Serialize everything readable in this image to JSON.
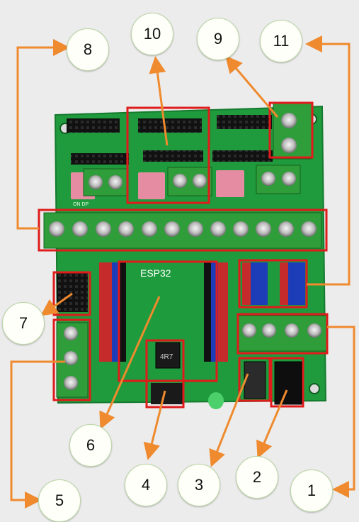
{
  "board": {
    "chip_label": "ESP32",
    "regulator_text": "4R7",
    "dip_label": "ON DP"
  },
  "callouts": [
    {
      "id": "1",
      "label": "1"
    },
    {
      "id": "2",
      "label": "2"
    },
    {
      "id": "3",
      "label": "3"
    },
    {
      "id": "4",
      "label": "4"
    },
    {
      "id": "5",
      "label": "5"
    },
    {
      "id": "6",
      "label": "6"
    },
    {
      "id": "7",
      "label": "7"
    },
    {
      "id": "8",
      "label": "8"
    },
    {
      "id": "9",
      "label": "9"
    },
    {
      "id": "10",
      "label": "10"
    },
    {
      "id": "11",
      "label": "11"
    }
  ],
  "colors": {
    "pcb": "#1f9a3c",
    "highlight_box": "#e01b1b",
    "leader_line": "#ef8a2e",
    "terminal": "#2f9e3a"
  }
}
